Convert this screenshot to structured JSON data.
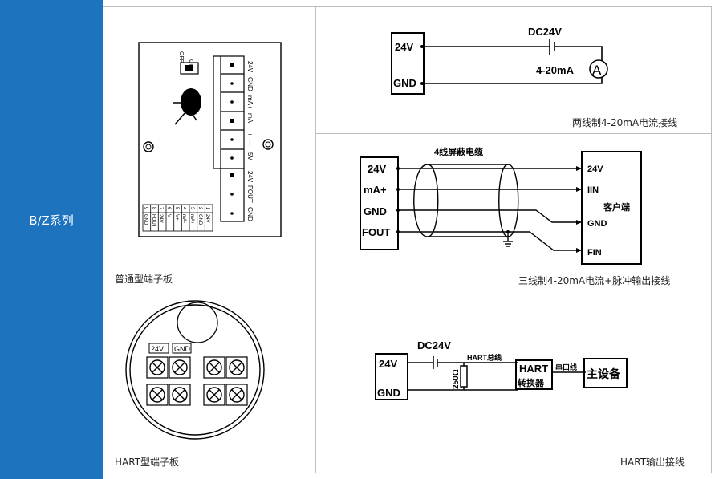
{
  "sidebar": {
    "label": "B/Z系列"
  },
  "captions": {
    "plain_board": "普通型端子板",
    "hart_board": "HART型端子板",
    "two_wire": "两线制4-20mA电流接线",
    "three_wire": "三线制4-20mA电流+脉冲输出接线",
    "hart_output": "HART输出接线"
  },
  "board1": {
    "switch_on": "ON",
    "switch_off": "OFF",
    "terminals": [
      "24V",
      "GND",
      "mA+",
      "mA-",
      "+",
      "—",
      "5V",
      "24V",
      "FOUT",
      "GND"
    ],
    "table": [
      [
        "1",
        "24V"
      ],
      [
        "2",
        "GND"
      ],
      [
        "3",
        "mA+"
      ],
      [
        "4",
        "mA-"
      ],
      [
        "5",
        "V+"
      ],
      [
        "6",
        "V-"
      ],
      [
        "7",
        "24V"
      ],
      [
        "8",
        "FOUT"
      ],
      [
        "9",
        "GND"
      ]
    ]
  },
  "board2": {
    "labels": [
      "24V",
      "GND"
    ]
  },
  "diagram_two": {
    "supply": "DC24V",
    "meter": "4-20mA",
    "meter_symbol": "A",
    "t1": "24V",
    "t2": "GND"
  },
  "diagram_three": {
    "cable": "4线屏蔽电缆",
    "left": [
      "24V",
      "mA+",
      "GND",
      "FOUT"
    ],
    "right": [
      "24V",
      "IIN",
      "GND",
      "FIN"
    ],
    "client": "客户端"
  },
  "diagram_hart": {
    "supply": "DC24V",
    "bus": "HART总线",
    "resistor": "250Ω",
    "converter1": "HART",
    "converter2": "转换器",
    "serial": "串口线",
    "host": "主设备",
    "t1": "24V",
    "t2": "GND"
  },
  "colors": {
    "sidebar": "#1e73be",
    "grid": "#bdbdbd",
    "line": "#000000"
  }
}
